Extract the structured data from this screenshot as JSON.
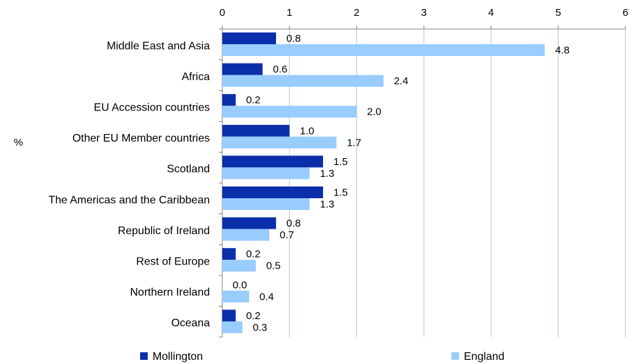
{
  "chart_data": {
    "type": "bar",
    "orientation": "horizontal",
    "title": "",
    "xlabel": "",
    "ylabel": "%",
    "xlim": [
      0,
      6
    ],
    "ticks": [
      "0",
      "1",
      "2",
      "3",
      "4",
      "5",
      "6"
    ],
    "tick_values": [
      0,
      1,
      2,
      3,
      4,
      5,
      6
    ],
    "axis_position": "top",
    "grid": true,
    "legend_position": "bottom",
    "categories": [
      "Middle East and Asia",
      "Africa",
      "EU Accession countries",
      "Other EU Member countries",
      "Scotland",
      "The Americas and the Caribbean",
      "Republic of Ireland",
      "Rest of Europe",
      "Northern Ireland",
      "Oceana"
    ],
    "series": [
      {
        "name": "Mollington",
        "color": "#0b2faa",
        "values": [
          0.8,
          0.6,
          0.2,
          1.0,
          1.5,
          1.5,
          0.8,
          0.2,
          0.0,
          0.2
        ],
        "labels": [
          "0.8",
          "0.6",
          "0.2",
          "1.0",
          "1.5",
          "1.5",
          "0.8",
          "0.2",
          "0.0",
          "0.2"
        ]
      },
      {
        "name": "England",
        "color": "#99ccff",
        "values": [
          4.8,
          2.4,
          2.0,
          1.7,
          1.3,
          1.3,
          0.7,
          0.5,
          0.4,
          0.3
        ],
        "labels": [
          "4.8",
          "2.4",
          "2.0",
          "1.7",
          "1.3",
          "1.3",
          "0.7",
          "0.5",
          "0.4",
          "0.3"
        ]
      }
    ]
  }
}
